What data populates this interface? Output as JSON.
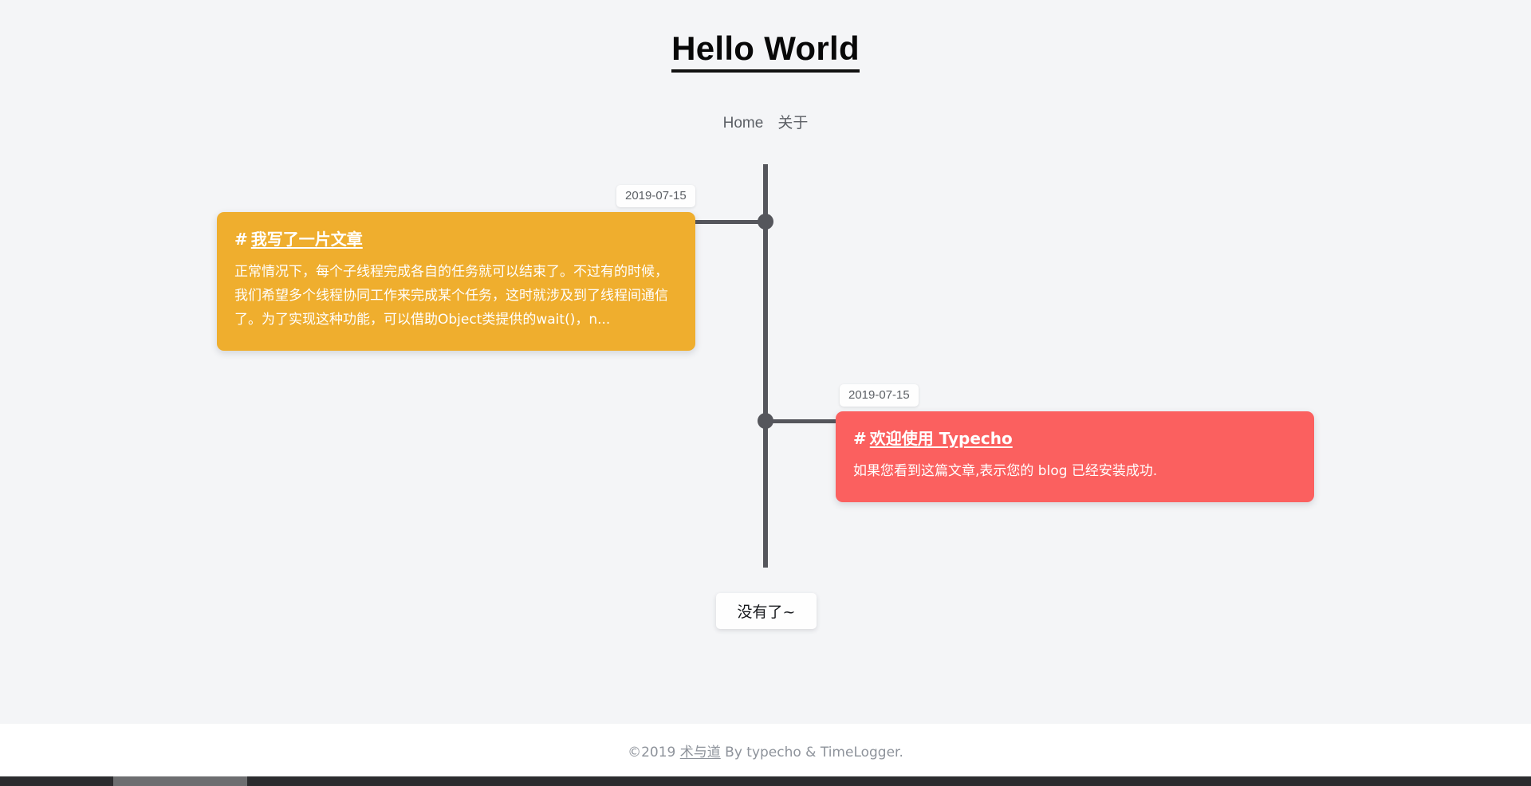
{
  "site": {
    "title": "Hello World",
    "background_color": "#f4f5f7"
  },
  "nav": {
    "items": [
      {
        "label": "Home",
        "name": "nav-home"
      },
      {
        "label": "关于",
        "name": "nav-about"
      }
    ]
  },
  "timeline": {
    "line_color": "#55565c",
    "entries": [
      {
        "date": "2019-07-15",
        "hash": "#",
        "title": "我写了一片文章",
        "excerpt": "正常情况下，每个子线程完成各自的任务就可以结束了。不过有的时候，我们希望多个线程协同工作来完成某个任务，这时就涉及到了线程间通信了。为了实现这种功能，可以借助Object类提供的wait()，n...",
        "color": "#efae2e",
        "side": "left"
      },
      {
        "date": "2019-07-15",
        "hash": "#",
        "title": "欢迎使用 Typecho",
        "excerpt": "如果您看到这篇文章,表示您的 blog 已经安装成功.",
        "color": "#fb605f",
        "side": "right"
      }
    ],
    "end_label": "没有了~"
  },
  "footer": {
    "copyright": "©2019 ",
    "site_link": "术与道",
    "credits": " By typecho & TimeLogger."
  },
  "scrollbar": {
    "orientation": "horizontal",
    "track_color": "#2b2c2e",
    "thumb_color": "#6d6e70"
  }
}
